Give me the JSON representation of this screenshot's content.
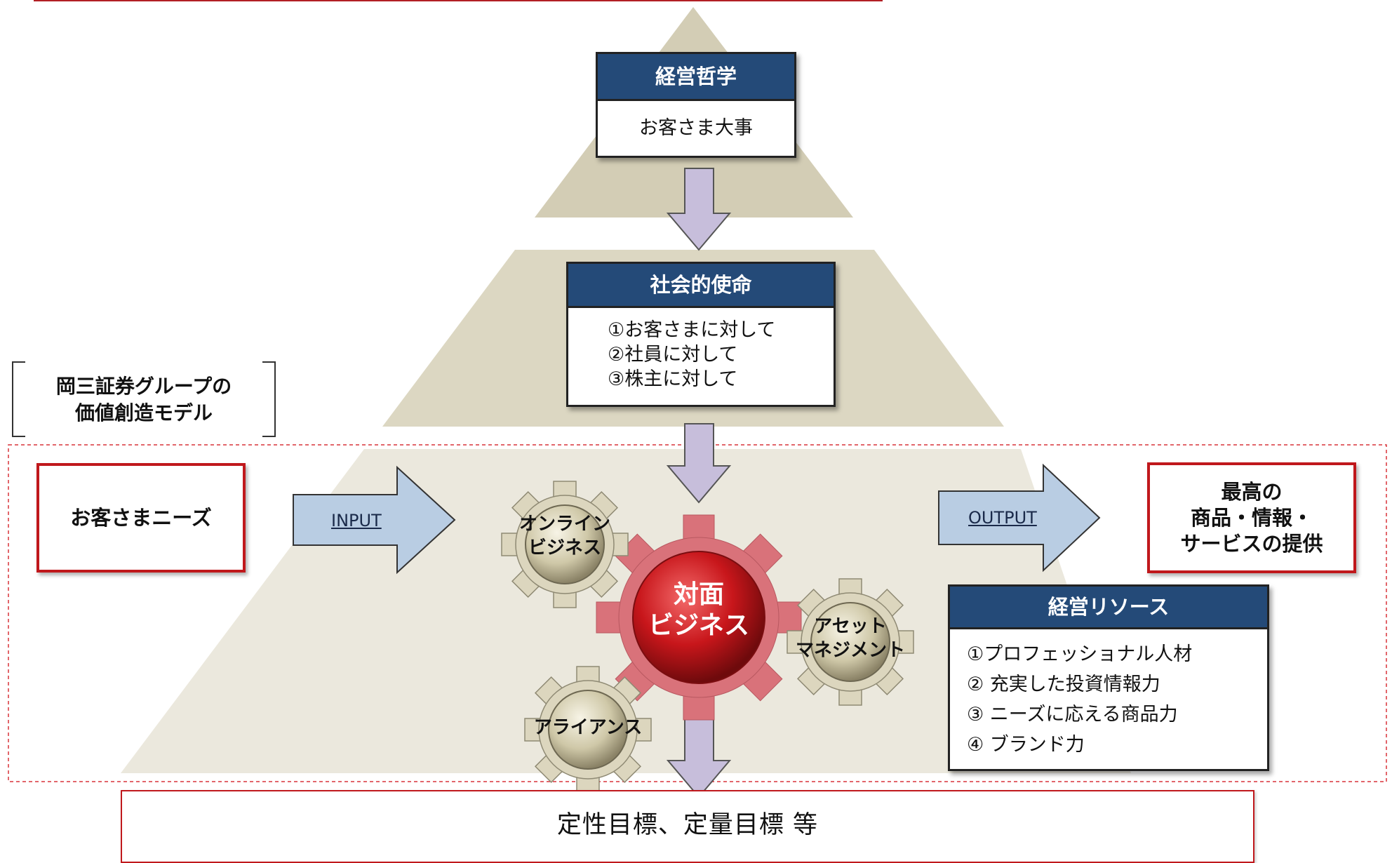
{
  "top_box": {
    "title": "経営哲学",
    "body": "お客さま大事"
  },
  "mission_box": {
    "title": "社会的使命",
    "items": [
      "①お客さまに対して",
      "②社員に対して",
      "③株主に対して"
    ]
  },
  "model_title": {
    "line1": "岡三証券グループの",
    "line2": "価値創造モデル"
  },
  "customer_needs": "お客さまニーズ",
  "input_label": "INPUT",
  "output_label": "OUTPUT",
  "best_offer": {
    "line1": "最高の",
    "line2": "商品・情報・",
    "line3": "サービスの提供"
  },
  "gears": {
    "center": {
      "line1": "対面",
      "line2": "ビジネス"
    },
    "online": {
      "line1": "オンライン",
      "line2": "ビジネス"
    },
    "asset": {
      "line1": "アセット",
      "line2": "マネジメント"
    },
    "alliance": "アライアンス"
  },
  "resources_box": {
    "title": "経営リソース",
    "items": [
      "①プロフェッショナル人材",
      "② 充実した投資情報力",
      "③ ニーズに応える商品力",
      "④ ブランド力"
    ]
  },
  "goals": "定性目標、定量目標 等",
  "colors": {
    "navy": "#244a78",
    "red": "#c0181c",
    "pyramid": "#d3cdb5",
    "arrow_purple": "#c7bedb",
    "arrow_blue": "#b9cde3",
    "gear_red": "#d9727a"
  }
}
